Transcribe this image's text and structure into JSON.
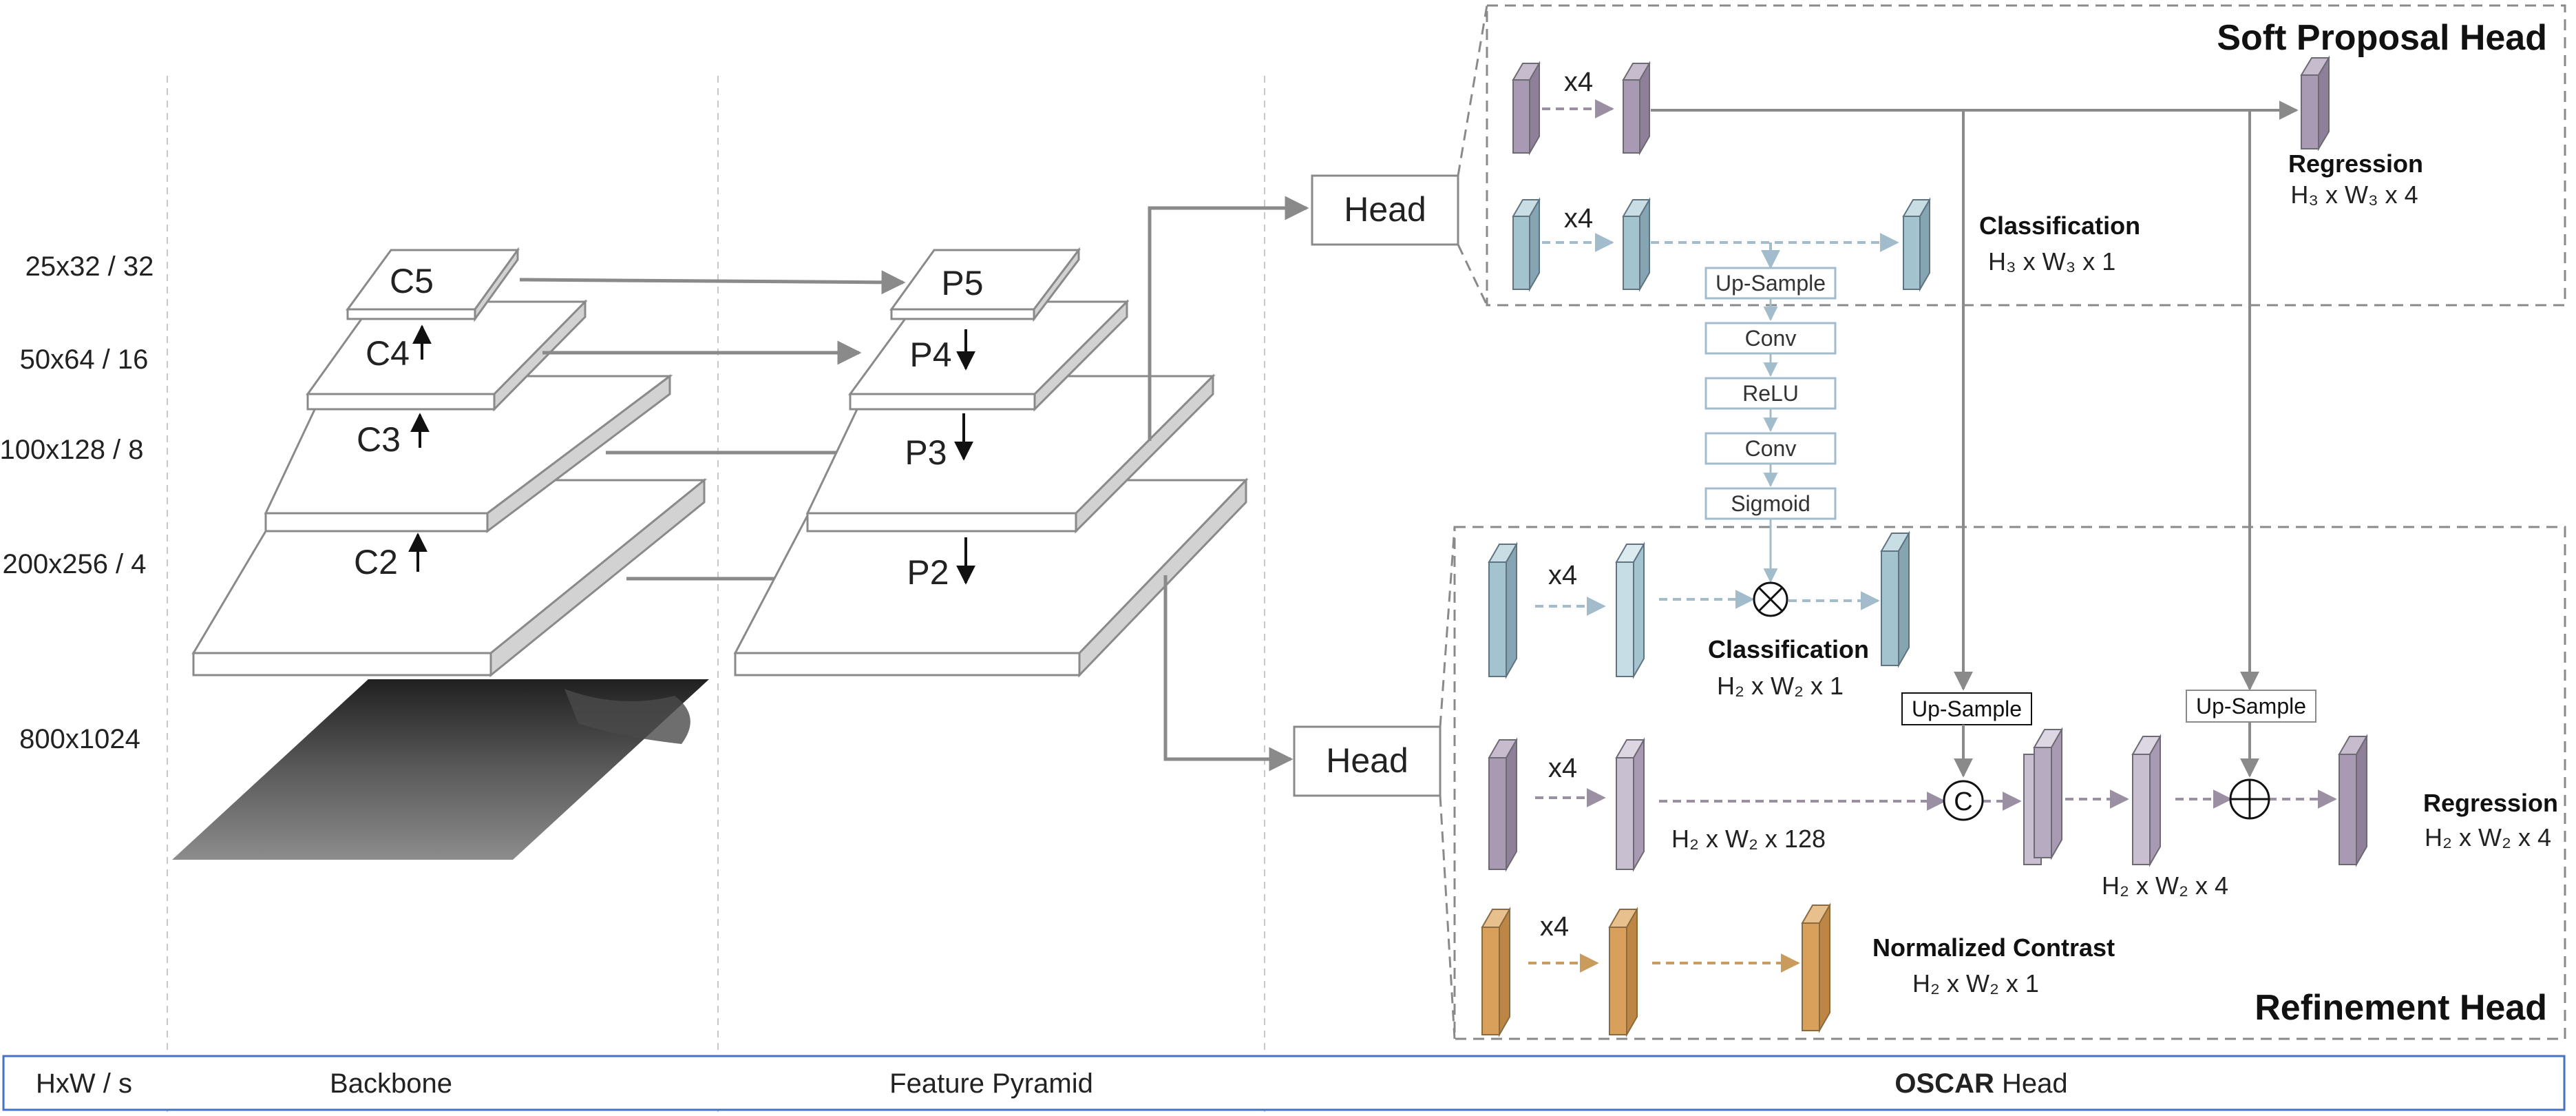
{
  "scales": [
    "25x32 / 32",
    "50x64 / 16",
    "100x128 / 8",
    "200x256 / 4",
    "800x1024"
  ],
  "backbone": {
    "levels": [
      "C5",
      "C4",
      "C3",
      "C2"
    ]
  },
  "pyramid": {
    "levels": [
      "P5",
      "P4",
      "P3",
      "P2"
    ]
  },
  "heads": {
    "top_label": "Head",
    "bottom_label": "Head"
  },
  "soft_proposal": {
    "title": "Soft Proposal Head",
    "x4_top": "x4",
    "x4_mid": "x4",
    "regression_label": "Regression",
    "regression_dims": "H₃ x W₃ x 4",
    "classification_label": "Classification",
    "classification_dims": "H₃ x W₃ x 1"
  },
  "attention_branch": [
    "Up-Sample",
    "Conv",
    "ReLU",
    "Conv",
    "Sigmoid"
  ],
  "refinement": {
    "title": "Refinement Head",
    "x4_cls": "x4",
    "x4_reg": "x4",
    "x4_contrast": "x4",
    "classification_label": "Classification",
    "classification_dims": "H₂ x W₂ x 1",
    "upsample_left": "Up-Sample",
    "upsample_right": "Up-Sample",
    "concat_symbol": "C",
    "feat_dims": "H₂ x W₂ x 128",
    "mid_dims": "H₂ x W₂ x 4",
    "regression_label": "Regression",
    "regression_dims": "H₂ x W₂ x 4",
    "contrast_label": "Normalized Contrast",
    "contrast_dims": "H₂ x W₂ x 1"
  },
  "footer": {
    "col1": "HxW / s",
    "col2": "Backbone",
    "col3": "Feature Pyramid",
    "col4_bold": "OSCAR",
    "col4_rest": " Head"
  },
  "colors": {
    "purple": "#a99ab3",
    "blue": "#a3c4cf",
    "orange": "#d9a05b",
    "line": "#8a8a8a",
    "purple_line": "#9a8fa3",
    "blue_line": "#a3bccc",
    "orange_line": "#c99b5c",
    "footer_border": "#4472c4"
  }
}
